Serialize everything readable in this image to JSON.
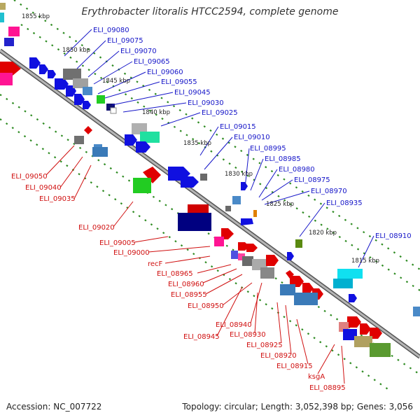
{
  "header": {
    "title": "Erythrobacter litoralis HTCC2594, complete genome"
  },
  "footer": {
    "accession": "Accession: NC_007722",
    "summary": "Topology: circular; Length: 3,052,398 bp; Genes: 3,056"
  },
  "colors": {
    "backbone": "#8a8a8a",
    "tick_dots": "#2e8b22",
    "forward_label": "#1515c8",
    "reverse_label": "#d01010",
    "ruler_label": "#222222"
  },
  "ruler": [
    "1855 kbp",
    "1850 kbp",
    "1845 kbp",
    "1840 kbp",
    "1835 kbp",
    "1830 kbp",
    "1825 kbp",
    "1820 kbp",
    "1815 kbp"
  ],
  "forward_genes": [
    "ELI_09080",
    "ELI_09075",
    "ELI_09070",
    "ELI_09065",
    "ELI_09060",
    "ELI_09055",
    "ELI_09045",
    "ELI_09030",
    "ELI_09025",
    "ELI_09015",
    "ELI_09010",
    "ELI_08995",
    "ELI_08985",
    "ELI_08980",
    "ELI_08975",
    "ELI_08970",
    "ELI_08935",
    "ELI_08910"
  ],
  "reverse_genes": [
    "ELI_09050",
    "ELI_09040",
    "ELI_09035",
    "ELI_09020",
    "ELI_09005",
    "ELI_09000",
    "recF",
    "ELI_08965",
    "ELI_08960",
    "ELI_08955",
    "ELI_08950",
    "ELI_08940",
    "ELI_08945",
    "ELI_08930",
    "ELI_08925",
    "ELI_08920",
    "ELI_08915",
    "ksgA",
    "ELI_08895"
  ]
}
